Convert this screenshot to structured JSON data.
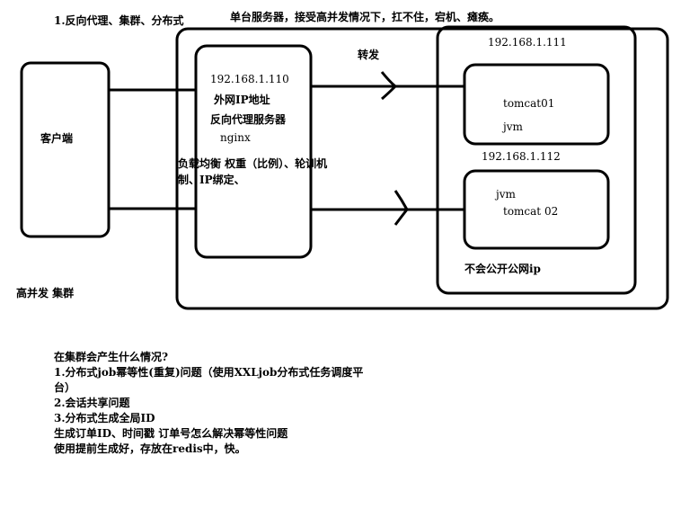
{
  "header": {
    "title": "1.反向代理、集群、分布式",
    "note": "单台服务器，接受高并发情况下，扛不住，宕机、瘫痪。"
  },
  "client": {
    "label": "客户端"
  },
  "proxy": {
    "ip": "192.168.1.110",
    "line1": "外网IP地址",
    "line2": "反向代理服务器",
    "line3": "nginx"
  },
  "lb_note": {
    "line1": "负载均衡 权重（比例）、轮训机",
    "line2": "制、IP绑定、"
  },
  "forward_label": "转发",
  "servers": [
    {
      "ip": "192.168.1.111",
      "line1": "tomcat01",
      "line2": "jvm"
    },
    {
      "ip": "192.168.1.112",
      "line1": "jvm",
      "line2": "tomcat 02"
    }
  ],
  "private_note": "不会公开公网ip",
  "cluster_label": "高并发 集群",
  "notes": [
    "在集群会产生什么情况?",
    "1.分布式job幂等性(重复)问题（使用XXLjob分布式任务调度平",
    "台）",
    "2.会话共享问题",
    "3.分布式生成全局ID",
    "生成订单ID、时间戳 订单号怎么解决幂等性问题",
    "使用提前生成好，存放在redis中，快。"
  ]
}
